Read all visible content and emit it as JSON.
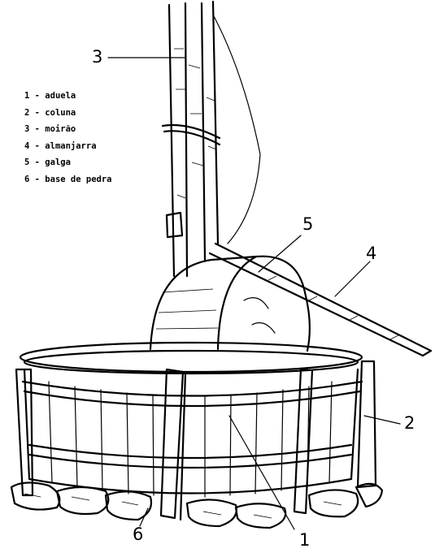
{
  "legend": [
    {
      "num": "1",
      "label": "aduela"
    },
    {
      "num": "2",
      "label": "coluna"
    },
    {
      "num": "3",
      "label": "moirão"
    },
    {
      "num": "4",
      "label": "almanjarra"
    },
    {
      "num": "5",
      "label": "galga"
    },
    {
      "num": "6",
      "label": "base de pedra"
    }
  ],
  "callouts": {
    "c1": "1",
    "c2": "2",
    "c3": "3",
    "c4": "4",
    "c5": "5",
    "c6": "6"
  }
}
